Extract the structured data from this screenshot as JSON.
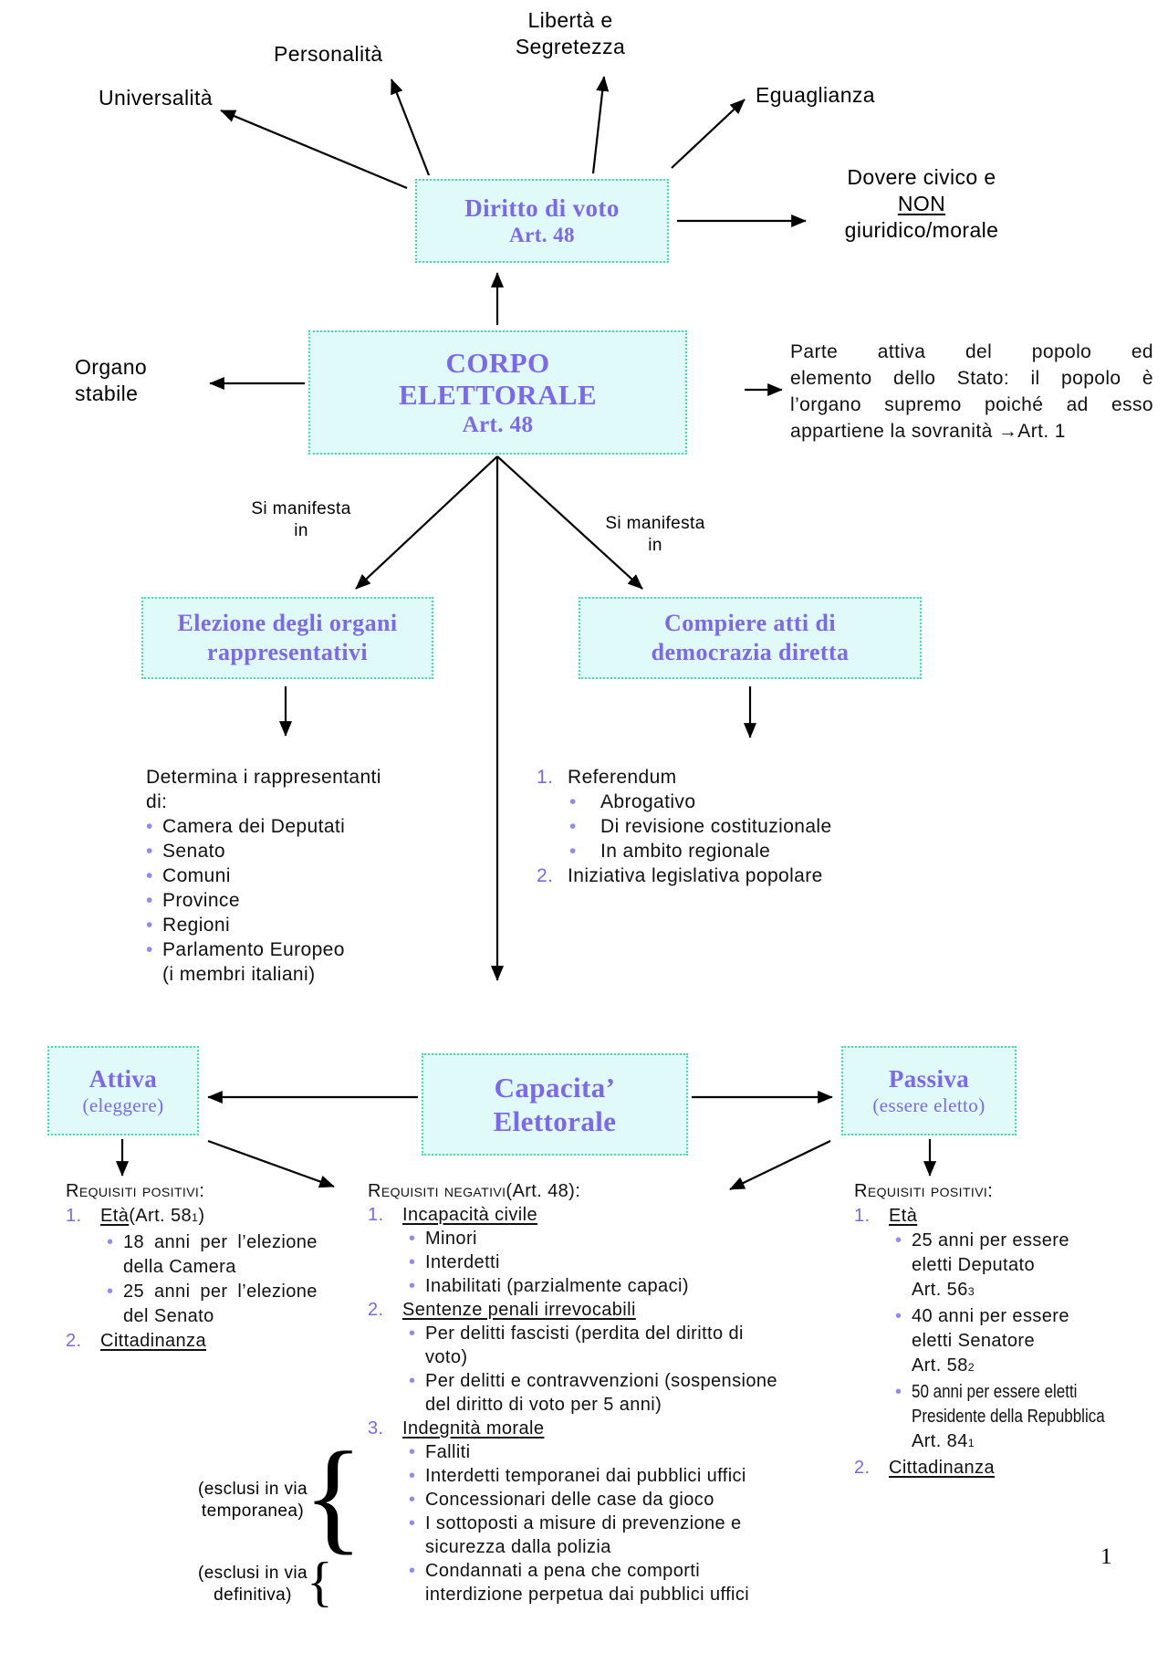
{
  "colors": {
    "box_fill": "#E0FAFA",
    "box_border": "#3FE3A0",
    "title_purple": "#7C68EC",
    "number_purple": "#7A68E8",
    "bullet_periwinkle": "#8C8CF2"
  },
  "page_number": "1",
  "principles": {
    "universalita": "Universalità",
    "personalita": "Personalità",
    "liberta_line1": "Libertà e",
    "liberta_line2": "Segretezza",
    "eguaglianza": "Eguaglianza",
    "dovere_line1": "Dovere civico e",
    "dovere_line2": "NON",
    "dovere_line3": "giuridico/morale"
  },
  "boxes": {
    "diritto": {
      "title": "Diritto di voto",
      "article": "Art. 48"
    },
    "corpo": {
      "title_line1": "CORPO",
      "title_line2": "ELETTORALE",
      "article": "Art. 48"
    },
    "elezione": {
      "title_line1": "Elezione degli organi",
      "title_line2": "rappresentativi"
    },
    "compiere": {
      "title_line1": "Compiere atti di",
      "title_line2": "democrazia diretta"
    },
    "capacita": {
      "title_line1": "Capacita’",
      "title_line2": "Elettorale"
    },
    "attiva": {
      "title": "Attiva",
      "subtitle": "(eleggere)"
    },
    "passiva": {
      "title": "Passiva",
      "subtitle": "(essere eletto)"
    }
  },
  "side_notes": {
    "organo_line1": "Organo",
    "organo_line2": "stabile",
    "paragraph_line1": "Parte attiva del popolo ed",
    "paragraph_line2": "elemento dello Stato: il popolo è",
    "paragraph_line3": "l’organo supremo poiché ad esso",
    "paragraph_line4": "appartiene la sovranità →Art. 1"
  },
  "manifesta": {
    "left_line1": "Si manifesta",
    "left_line2": "in",
    "right_line1": "Si manifesta",
    "right_line2": "in"
  },
  "determina_list": [
    {
      "t": "Determina i rappresentanti"
    },
    {
      "t": "di:"
    },
    {
      "m": "•",
      "t": "Camera dei Deputati",
      "cls": "b"
    },
    {
      "m": "•",
      "t": "Senato",
      "cls": "b"
    },
    {
      "m": "•",
      "t": "Comuni",
      "cls": "b"
    },
    {
      "m": "•",
      "t": "Province",
      "cls": "b"
    },
    {
      "m": "•",
      "t": "Regioni",
      "cls": "b"
    },
    {
      "m": "•",
      "t": "Parlamento Europeo",
      "cls": "b"
    },
    {
      "t": "(i membri italiani)",
      "cls": "c"
    }
  ],
  "referendum_list": [
    {
      "m": "1.",
      "t": "Referendum",
      "cls": "n"
    },
    {
      "m": "•",
      "t": "Abrogativo",
      "cls": "b"
    },
    {
      "m": "•",
      "t": "Di revisione costituzionale",
      "cls": "b"
    },
    {
      "m": "•",
      "t": "In ambito regionale",
      "cls": "b"
    },
    {
      "m": "2.",
      "t": "Iniziativa legislativa popolare",
      "cls": "n"
    }
  ],
  "req_left_rows": [
    {
      "t": "Requisiti positivi:",
      "cls": "h"
    },
    {
      "m": "1.",
      "t": "Età",
      "u": true,
      "rest": " (Art. 58",
      "sup": "1",
      "tail": ")",
      "cls": "n"
    },
    {
      "m": "•",
      "t": "18 anni per l’elezione",
      "cls": "b ws"
    },
    {
      "t": "della Camera",
      "cls": "c"
    },
    {
      "m": "•",
      "t": "25 anni per l’elezione",
      "cls": "b ws"
    },
    {
      "t": "del Senato",
      "cls": "c"
    },
    {
      "m": "2.",
      "t": "Cittadinanza",
      "u": true,
      "cls": "n"
    }
  ],
  "req_mid_rows": [
    {
      "t": "Requisiti negativi",
      "rest": " (Art. 48):",
      "cls": "h"
    },
    {
      "m": "1.",
      "t": "Incapacità civile",
      "u": true,
      "cls": "n"
    },
    {
      "m": "•",
      "t": "Minori",
      "cls": "b"
    },
    {
      "m": "•",
      "t": "Interdetti",
      "cls": "b"
    },
    {
      "m": "•",
      "t": "Inabilitati (parzialmente capaci)",
      "cls": "b"
    },
    {
      "m": "2.",
      "t": "Sentenze penali irrevocabili",
      "u": true,
      "cls": "n"
    },
    {
      "m": "•",
      "t": "Per delitti fascisti (perdita del diritto di",
      "cls": "b"
    },
    {
      "t": "voto)",
      "cls": "c"
    },
    {
      "m": "•",
      "t": "Per delitti e contravvenzioni (sospensione",
      "cls": "b"
    },
    {
      "t": "del diritto di voto per 5 anni)",
      "cls": "c"
    },
    {
      "m": "3.",
      "t": "Indegnità morale",
      "u": true,
      "cls": "n"
    },
    {
      "m": "•",
      "t": "Falliti",
      "cls": "b"
    },
    {
      "m": "•",
      "t": "Interdetti temporanei dai pubblici uffici",
      "cls": "b"
    },
    {
      "m": "•",
      "t": "Concessionari delle case da gioco",
      "cls": "b"
    },
    {
      "m": "•",
      "t": "I sottoposti a misure di prevenzione e",
      "cls": "b"
    },
    {
      "t": "sicurezza dalla polizia",
      "cls": "c"
    },
    {
      "m": "•",
      "t": "Condannati a pena che comporti",
      "cls": "b"
    },
    {
      "t": "interdizione perpetua dai pubblici uffici",
      "cls": "c"
    }
  ],
  "req_right_rows": [
    {
      "t": "Requisiti positivi:",
      "cls": "h"
    },
    {
      "m": "1.",
      "t": "Età",
      "u": true,
      "cls": "n"
    },
    {
      "m": "•",
      "t": "25 anni per essere",
      "cls": "b"
    },
    {
      "t": "eletti Deputato",
      "cls": "c"
    },
    {
      "t": "Art. 56",
      "sup": "3",
      "cls": "c"
    },
    {
      "m": "•",
      "t": "40 anni per essere",
      "cls": "b"
    },
    {
      "t": "eletti Senatore",
      "cls": "c"
    },
    {
      "t": "Art. 58",
      "sup": "2",
      "cls": "c"
    },
    {
      "m": "•",
      "t": "50 anni per essere eletti",
      "cls": "b cond"
    },
    {
      "t": "Presidente della Repubblica",
      "cls": "c cond"
    },
    {
      "t": "Art. 84",
      "sup": "1",
      "cls": "c"
    },
    {
      "m": "2.",
      "t": "Cittadinanza",
      "u": true,
      "cls": "n"
    }
  ],
  "excluded_notes": {
    "brace_glyph": "{",
    "temporanea_line1": "(esclusi in via",
    "temporanea_line2": "temporanea)",
    "definitiva_line1": "(esclusi in via",
    "definitiva_line2": "definitiva)"
  }
}
